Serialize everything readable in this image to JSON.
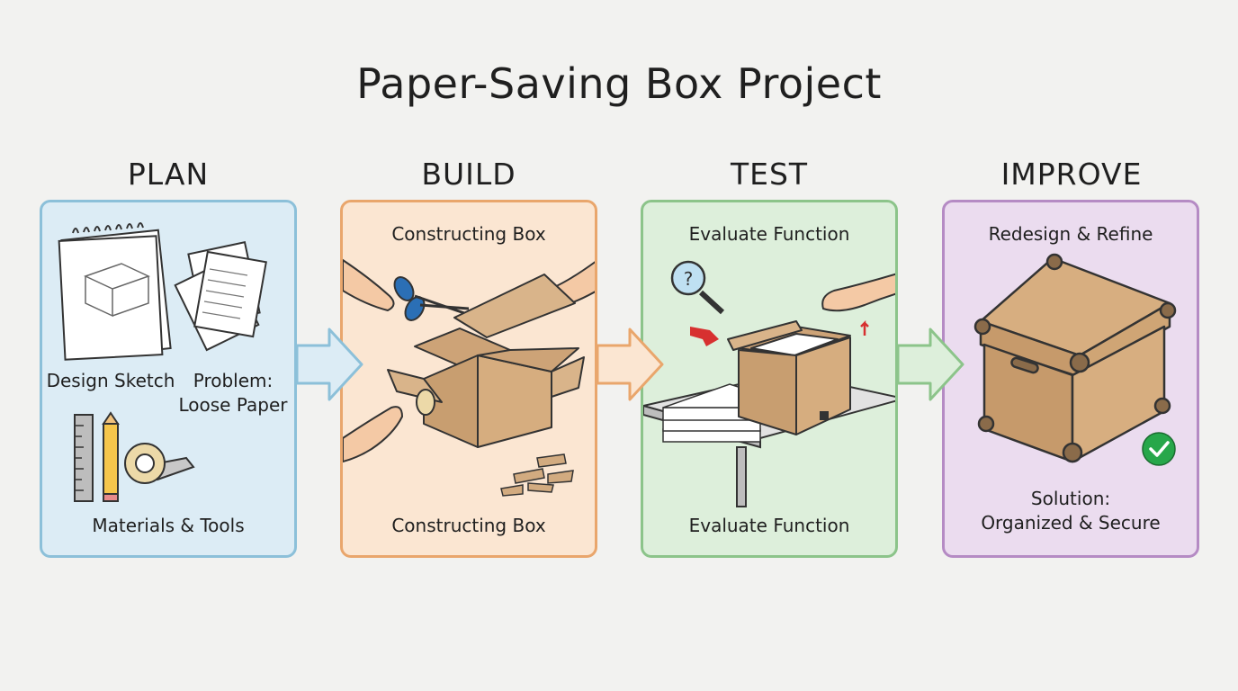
{
  "title": "Paper-Saving Box Project",
  "stages": [
    {
      "label": "PLAN",
      "captions": {
        "design": "Design Sketch",
        "problem_line1": "Problem:",
        "problem_line2": "Loose Paper",
        "materials": "Materials & Tools"
      },
      "color": "#dcecf5",
      "border": "#8cc0d9"
    },
    {
      "label": "BUILD",
      "captions": {
        "top": "Constructing Box",
        "bottom": "Constructing Box"
      },
      "color": "#fbe6d2",
      "border": "#e9a66c"
    },
    {
      "label": "TEST",
      "captions": {
        "top": "Evaluate Function",
        "bottom": "Evaluate Function"
      },
      "color": "#ddefdb",
      "border": "#8cc48a"
    },
    {
      "label": "IMPROVE",
      "captions": {
        "top": "Redesign & Refine",
        "solution_line1": "Solution:",
        "solution_line2": "Organized & Secure"
      },
      "color": "#ebdcef",
      "border": "#b58bc4"
    }
  ],
  "icons": {
    "plan": [
      "notebook-sketch-icon",
      "loose-paper-icon",
      "ruler-icon",
      "pencil-icon",
      "tape-roll-icon"
    ],
    "build": [
      "scissors-icon",
      "hand-icon",
      "cardboard-box-icon",
      "cardboard-scraps-icon"
    ],
    "test": [
      "magnifier-question-icon",
      "paper-stack-icon",
      "box-with-paper-icon",
      "table-icon"
    ],
    "improve": [
      "finished-box-icon",
      "check-circle-icon"
    ],
    "flow": "arrow-right-icon"
  }
}
